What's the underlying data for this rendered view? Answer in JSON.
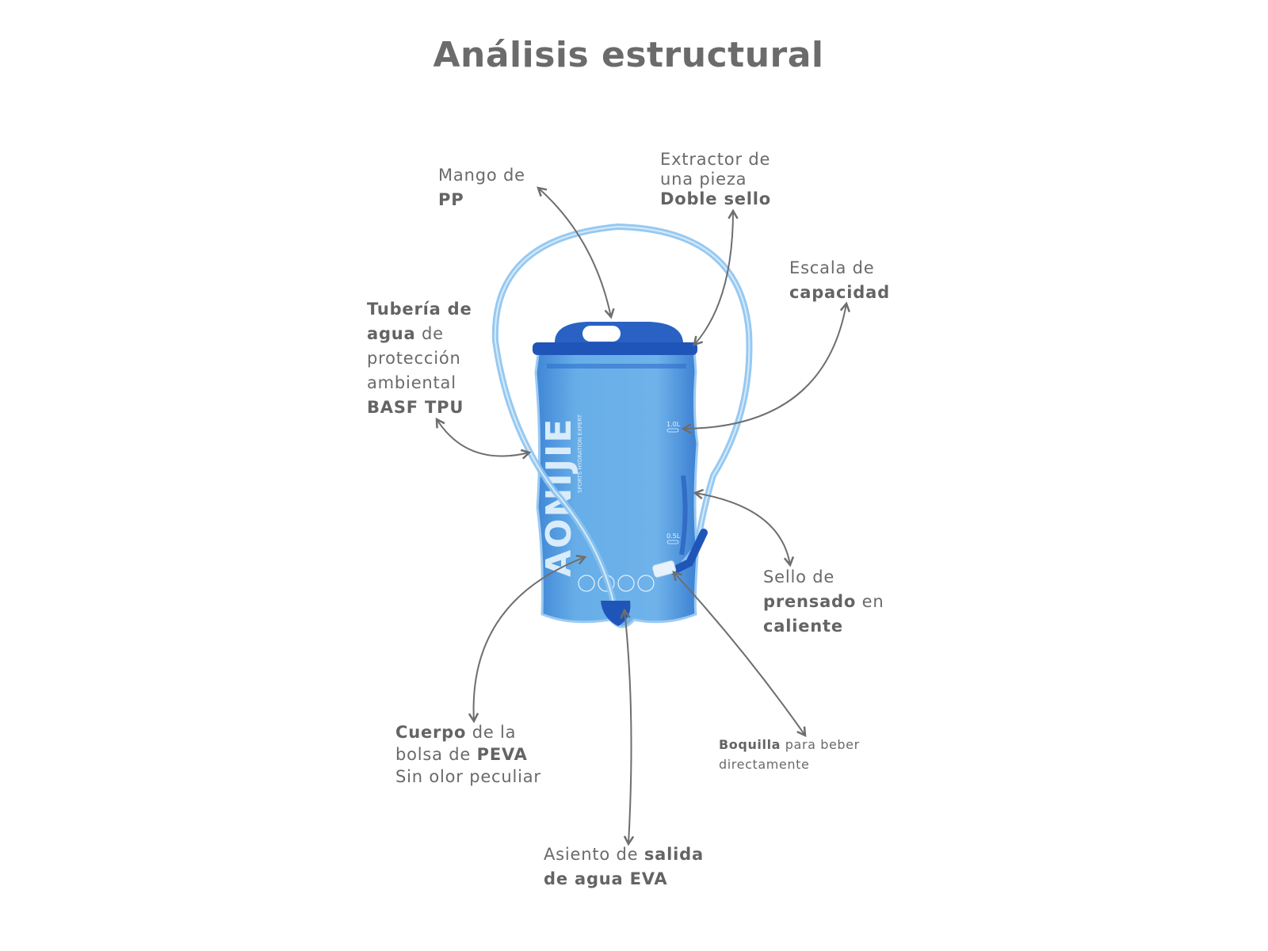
{
  "title": "Análisis estructural",
  "bag": {
    "brand": "AONIJIE",
    "tagline": "SPORTS HYDRATION EXPERT",
    "scale_marks": [
      "1.0L",
      "0.5L"
    ]
  },
  "colors": {
    "text": "#6a6a6a",
    "bag": "#5aa2e0",
    "bag_dark": "#1f55b8",
    "arrow": "#6e6e6e"
  },
  "labels": [
    {
      "name": "label-handle",
      "lines": [
        [
          {
            "t": "Mango de",
            "b": false
          }
        ],
        [
          {
            "t": "PP",
            "b": true
          }
        ]
      ]
    },
    {
      "name": "label-extractor",
      "lines": [
        [
          {
            "t": "Extractor de",
            "b": false
          }
        ],
        [
          {
            "t": "una pieza",
            "b": false
          }
        ],
        [
          {
            "t": "Doble sello",
            "b": true
          }
        ]
      ]
    },
    {
      "name": "label-scale",
      "lines": [
        [
          {
            "t": "Escala de",
            "b": false
          }
        ],
        [
          {
            "t": "capacidad",
            "b": true
          }
        ]
      ]
    },
    {
      "name": "label-tube",
      "lines": [
        [
          {
            "t": "Tubería de",
            "b": true
          }
        ],
        [
          {
            "t": "agua",
            "b": true
          },
          {
            "t": " de",
            "b": false
          }
        ],
        [
          {
            "t": "protección",
            "b": false
          }
        ],
        [
          {
            "t": "ambiental",
            "b": false
          }
        ],
        [
          {
            "t": "BASF TPU",
            "b": true
          }
        ]
      ]
    },
    {
      "name": "label-heat-seal",
      "lines": [
        [
          {
            "t": "Sello de",
            "b": false
          }
        ],
        [
          {
            "t": "prensado",
            "b": true
          },
          {
            "t": " en",
            "b": false
          }
        ],
        [
          {
            "t": "caliente",
            "b": true
          }
        ]
      ]
    },
    {
      "name": "label-body",
      "lines": [
        [
          {
            "t": "Cuerpo",
            "b": true
          },
          {
            "t": " de la",
            "b": false
          }
        ],
        [
          {
            "t": "bolsa de ",
            "b": false
          },
          {
            "t": "PEVA",
            "b": true
          }
        ],
        [
          {
            "t": "Sin olor peculiar",
            "b": false
          }
        ]
      ]
    },
    {
      "name": "label-mouthpiece",
      "lines": [
        [
          {
            "t": "Boquilla",
            "b": true
          },
          {
            "t": " para beber",
            "b": false
          }
        ],
        [
          {
            "t": "directamente",
            "b": false
          }
        ]
      ]
    },
    {
      "name": "label-outlet",
      "lines": [
        [
          {
            "t": "Asiento de ",
            "b": false
          },
          {
            "t": "salida",
            "b": true
          }
        ],
        [
          {
            "t": "de agua EVA",
            "b": true
          }
        ]
      ]
    }
  ]
}
